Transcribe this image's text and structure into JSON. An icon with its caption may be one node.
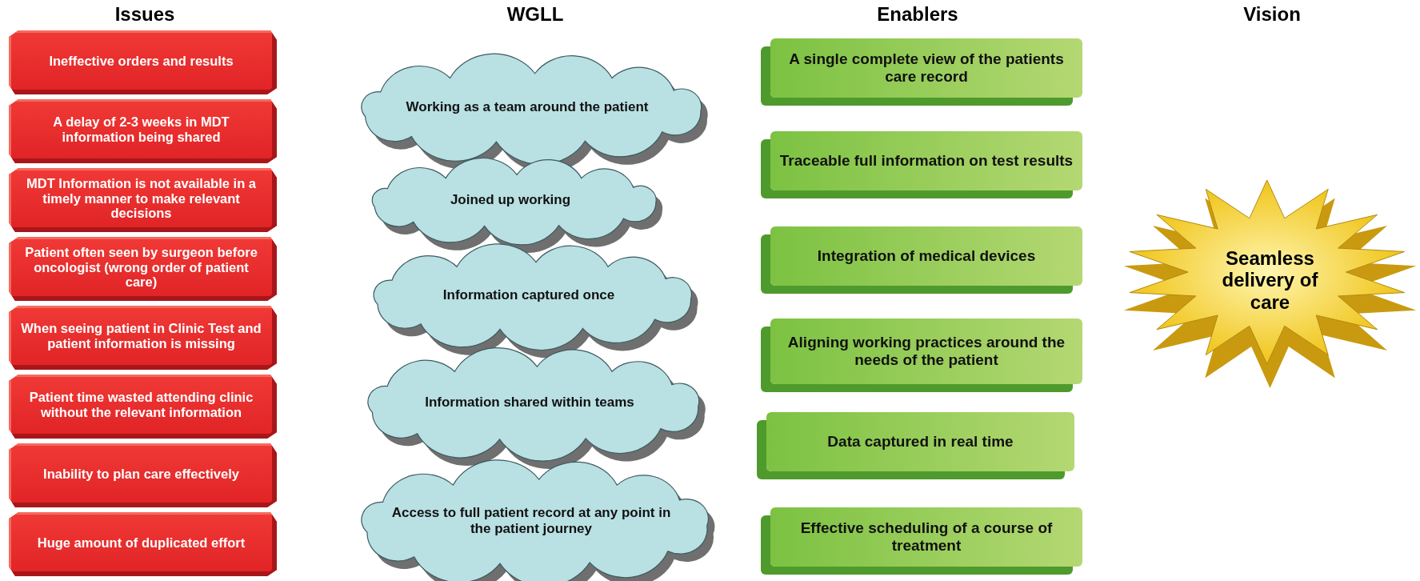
{
  "diagram": {
    "nodes": [
      {
        "text": [
          "Ineffective orders and results"
        ]
      },
      {
        "text": [
          "A delay of 2-3 weeks in MDT information being shared"
        ]
      },
      {
        "text": [
          "MDT Information is not available in a timely manner to make relevant decisions"
        ]
      },
      {
        "text": [
          "Patient often seen by surgeon before oncologist (wrong order of patient care)"
        ]
      },
      {
        "text": [
          "When seeing patient in Clinic Test and patient information is missing"
        ]
      },
      {
        "text": [
          "Patient time wasted attending clinic without the relevant information"
        ]
      },
      {
        "text": [
          "Inability to plan care effectively"
        ]
      },
      {
        "text": [
          "Huge amount of duplicated effort"
        ]
      },
      {
        "text": [
          "Working as a team around the patient"
        ]
      },
      {
        "text": [
          "Joined up working"
        ]
      },
      {
        "text": [
          "Information captured once"
        ]
      },
      {
        "text": [
          "Information shared within teams"
        ]
      },
      {
        "text": [
          "Access to full patient record at any point in the patient journey"
        ]
      },
      {
        "text": [
          "A single complete view of the patients care record"
        ]
      },
      {
        "text": [
          "Traceable full information on test results"
        ]
      },
      {
        "text": [
          "Integration of medical devices"
        ]
      },
      {
        "text": [
          "Aligning working practices around the needs of the patient"
        ]
      },
      {
        "text": [
          "Data captured in real time"
        ]
      },
      {
        "text": [
          "Effective scheduling of a course of treatment"
        ]
      },
      {
        "text": [
          "Seamless delivery of care"
        ]
      }
    ],
    "labels": [
      "Issues",
      "WGLL",
      "Enablers",
      "Vision"
    ]
  }
}
